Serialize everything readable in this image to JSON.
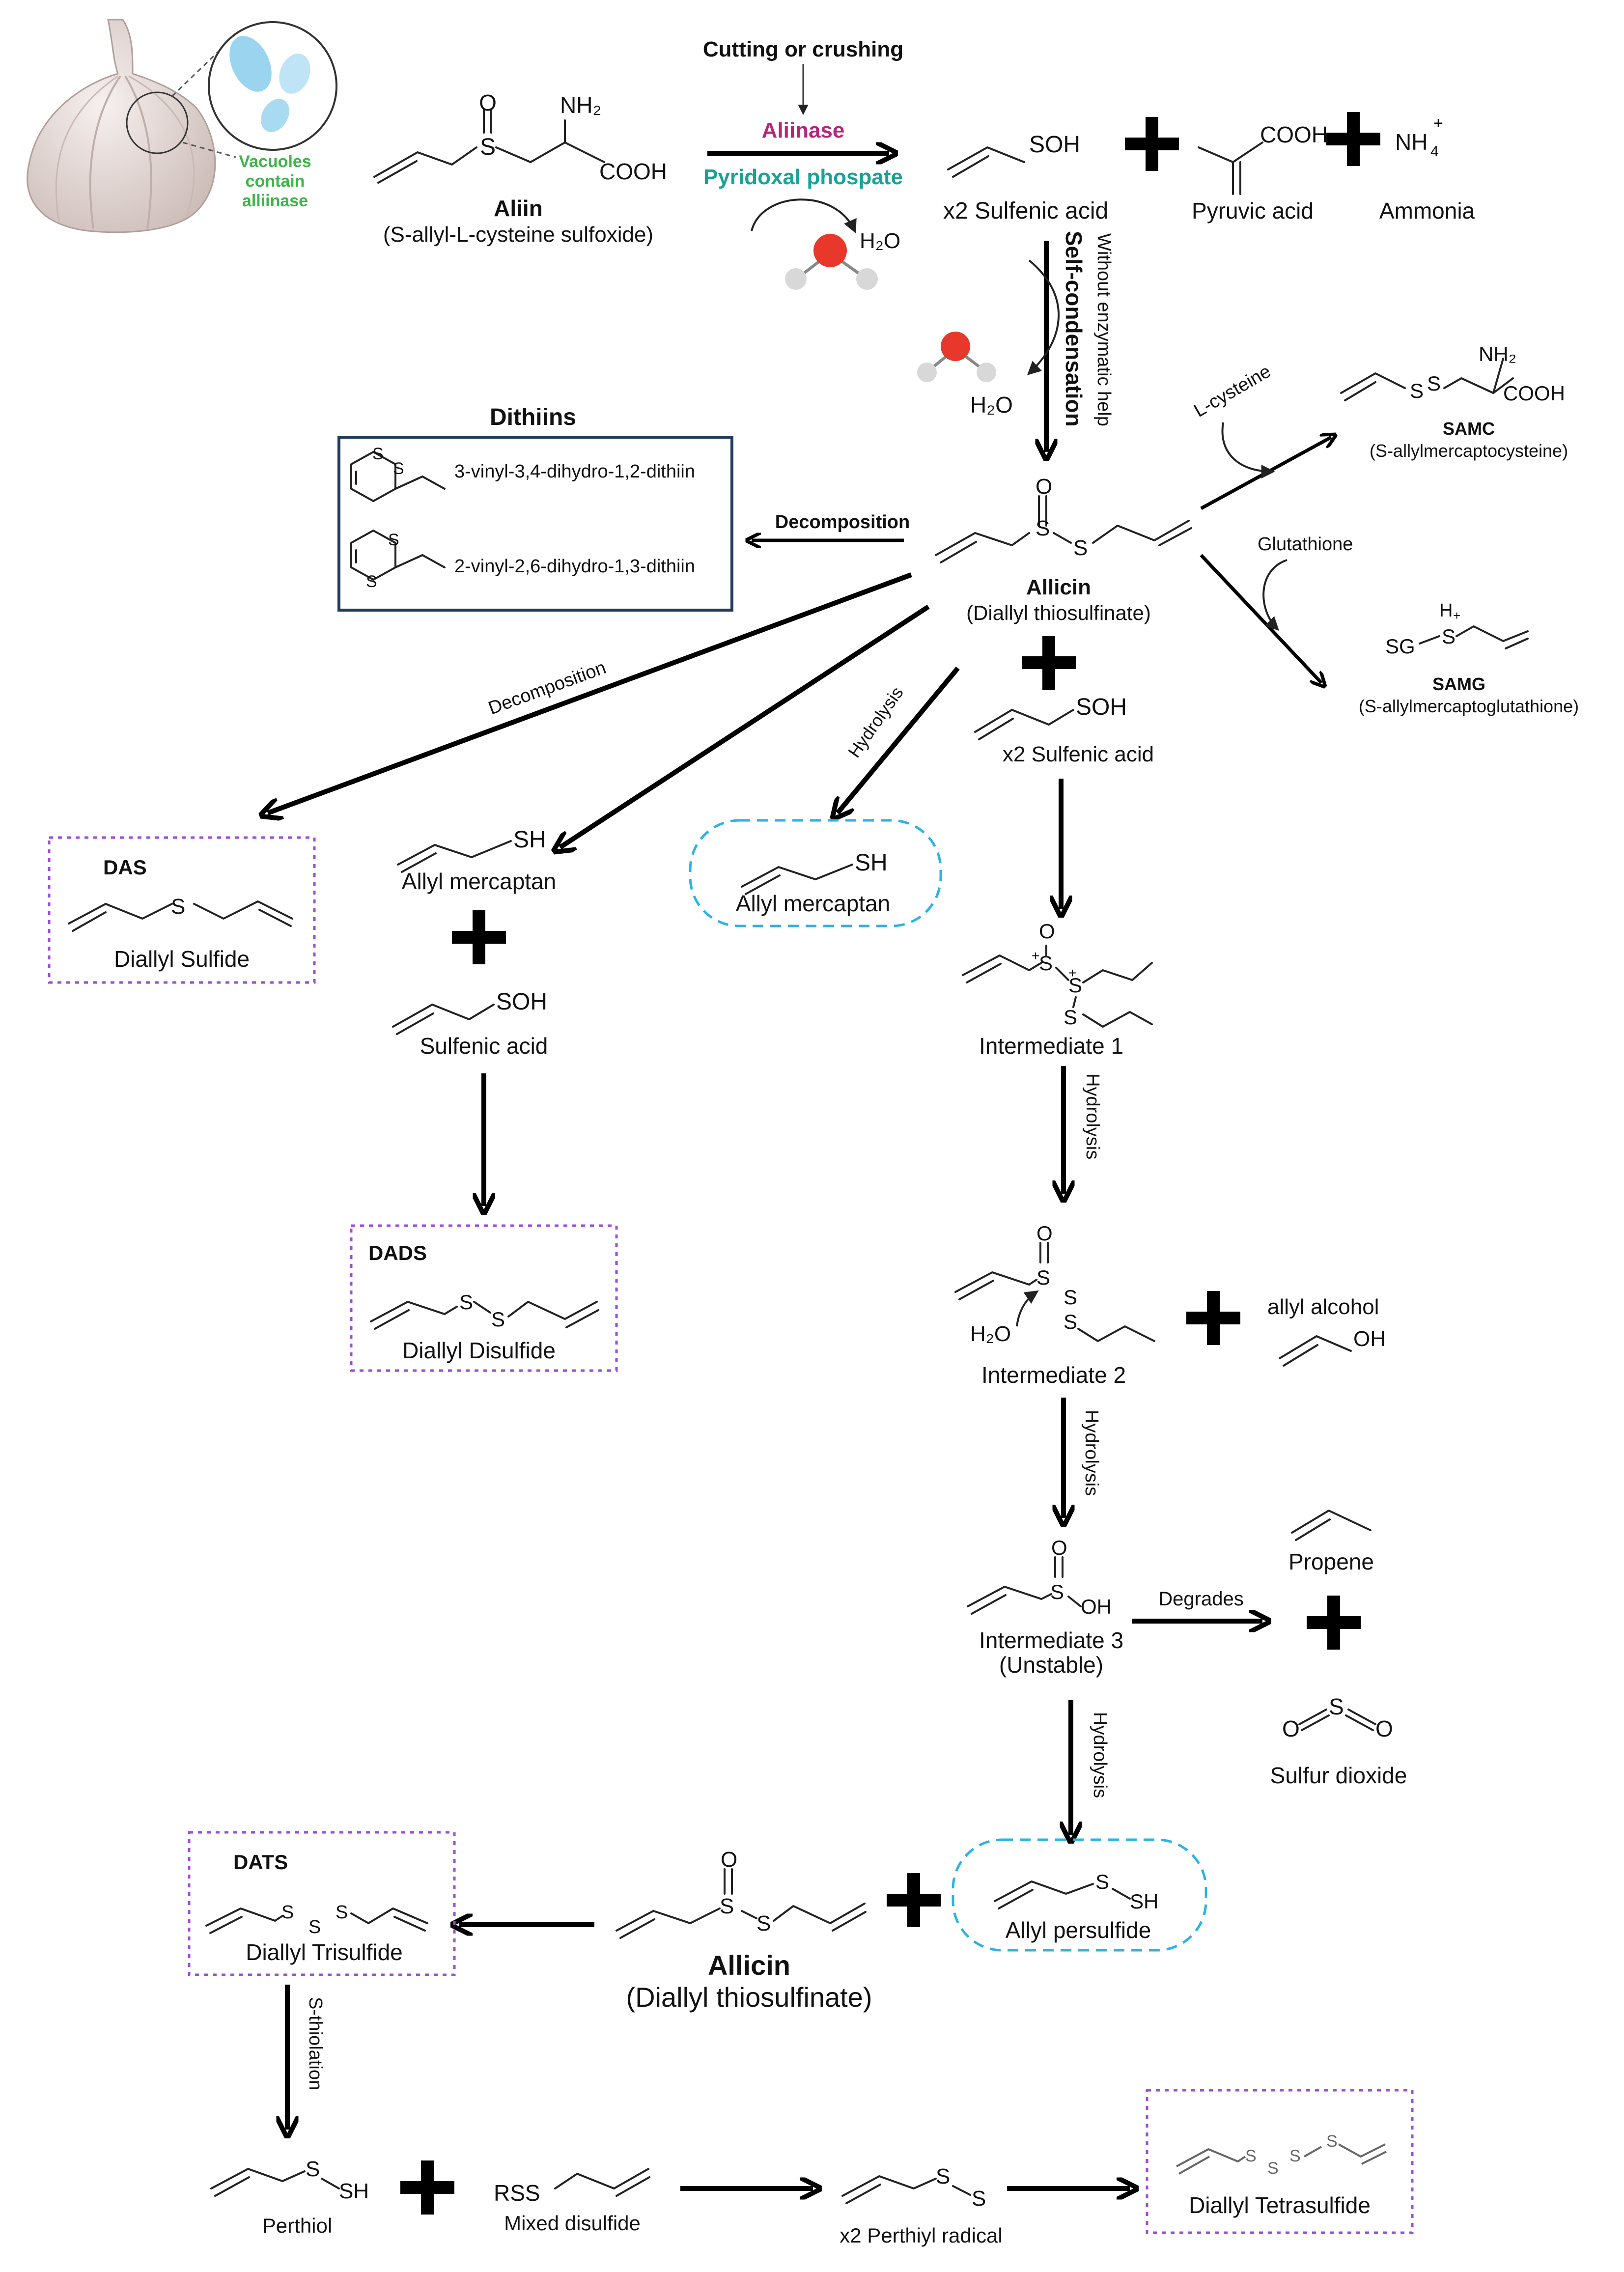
{
  "top": {
    "vacuoles": [
      "Vacuoles",
      "contain",
      "alliinase"
    ],
    "cutting": "Cutting or crushing",
    "aliinase": "Aliinase",
    "pyridoxal": "Pyridoxal phospate",
    "water": "H₂O",
    "nh2": "NH₂",
    "cooh": "COOH",
    "o": "O",
    "s": "S",
    "sh": "SH",
    "soh": "SOH",
    "oh": "OH",
    "h": "H",
    "nh4": "NH",
    "nh4_sub": "4",
    "nh4_sup": "+",
    "aliin_name": "Aliin",
    "aliin_full": "(S-allyl-L-cysteine sulfoxide)",
    "sulfenic_x2": "x2 Sulfenic acid",
    "pyruvic": "Pyruvic acid",
    "ammonia": "Ammonia"
  },
  "condensation": {
    "without": "Without enzymatic help",
    "self": "Self-condensation"
  },
  "dithiins": {
    "title": "Dithiins",
    "item1": "3-vinyl-3,4-dihydro-1,2-dithiin",
    "item2": "2-vinyl-2,6-dihydro-1,3-dithiin",
    "decomposition": "Decomposition"
  },
  "allicin": {
    "name": "Allicin",
    "full": "(Diallyl thiosulfinate)"
  },
  "samc": {
    "reagent": "L-cysteine",
    "name": "SAMC",
    "full": "(S-allylmercaptocysteine)"
  },
  "samg": {
    "reagent": "Glutathione",
    "name": "SAMG",
    "full": "(S-allylmercaptoglutathione)",
    "sg": "SG",
    "hplus": "+"
  },
  "branches": {
    "decomposition": "Decomposition",
    "hydrolysis": "Hydrolysis",
    "das_code": "DAS",
    "das_name": "Diallyl Sulfide",
    "allyl_mercaptan": "Allyl mercaptan",
    "sulfenic": "Sulfenic acid",
    "dads_code": "DADS",
    "dads_name": "Diallyl Disulfide",
    "sulfenic_x2": "x2 Sulfenic acid"
  },
  "intermediates": {
    "int1": "Intermediate 1",
    "hydrolysis": "Hydrolysis",
    "int2": "Intermediate 2",
    "allyl_alcohol": "allyl alcohol",
    "int3": "Intermediate 3",
    "unstable": "(Unstable)",
    "degrades": "Degrades",
    "propene": "Propene",
    "so2": "Sulfur dioxide",
    "plus_s": "+"
  },
  "bottom": {
    "dats_code": "DATS",
    "dats_name": "Diallyl Trisulfide",
    "allicin_name": "Allicin",
    "allicin_full": "(Diallyl thiosulfinate)",
    "allyl_persulfide": "Allyl persulfide",
    "sthiolation": "S-thiolation",
    "perthiol": "Perthiol",
    "rss": "RSS",
    "mixed": "Mixed disulfide",
    "perthiyl": "x2 Perthiyl radical",
    "tetra": "Diallyl Tetrasulfide"
  },
  "colors": {
    "aliinase": "#b5257a",
    "pyridoxal": "#17a395",
    "vacuole_text": "#3cb54a",
    "dotted_box": "#9b4dd8",
    "dashed_box": "#2bb3e3",
    "dithiin_box": "#1f3a5c",
    "water_o": "#e8372b"
  }
}
